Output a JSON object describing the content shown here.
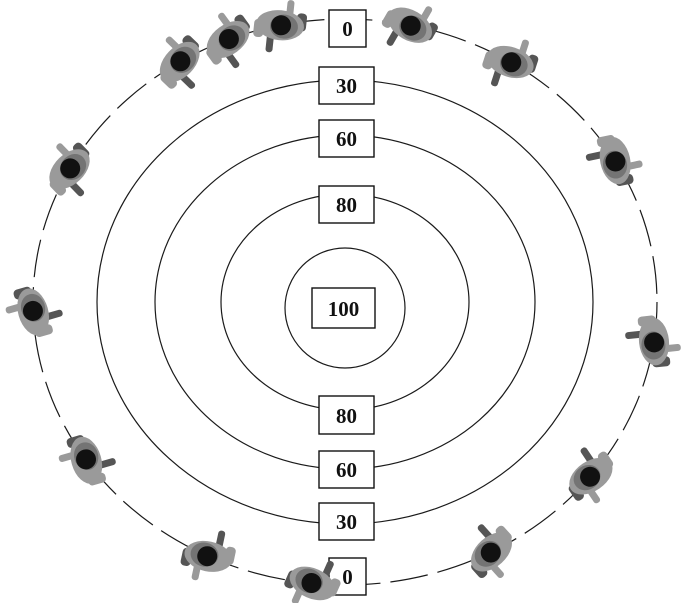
{
  "rings": [
    {
      "id": "outer",
      "top_label": "0",
      "bottom_label": "0"
    },
    {
      "id": "r30",
      "top_label": "30",
      "bottom_label": "30"
    },
    {
      "id": "r60",
      "top_label": "60",
      "bottom_label": "60"
    },
    {
      "id": "r80",
      "top_label": "80",
      "bottom_label": "80"
    },
    {
      "id": "center",
      "label": "100"
    }
  ],
  "figures": {
    "count": 14,
    "description_icon": "person-top-view-icon"
  },
  "colors": {
    "ring": "#1a1a1a",
    "body_light": "#9a9a9a",
    "body_dark": "#555555",
    "head": "#111111"
  }
}
